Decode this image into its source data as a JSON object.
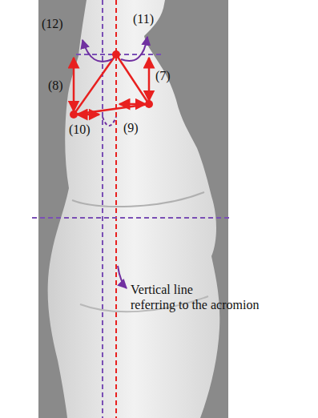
{
  "diagram": {
    "labels": [
      "(12)",
      "(11)",
      "(8)",
      "(7)",
      "(10)",
      "(9)",
      "Vertical line referring to the acromion"
    ]
  }
}
